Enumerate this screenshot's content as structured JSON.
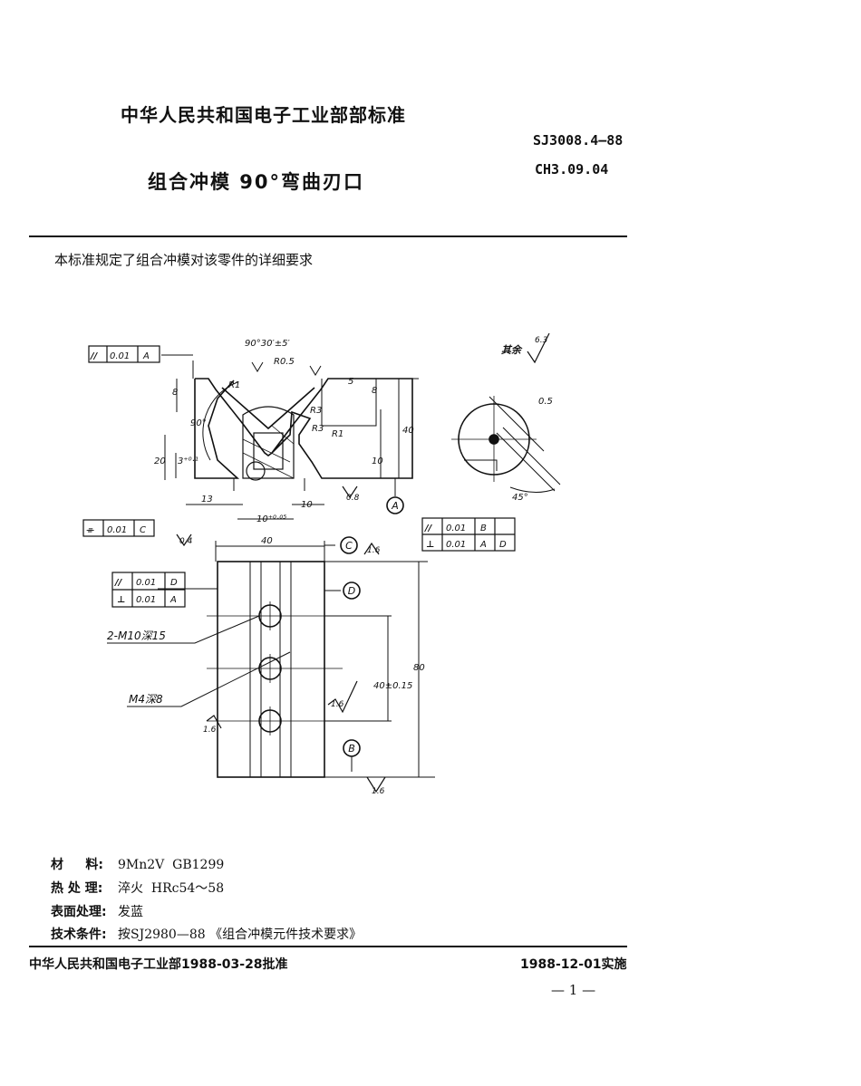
{
  "header": {
    "organization": "中华人民共和国电子工业部部标准",
    "standard_number": "SJ3008.4—88",
    "category_code": "CH3.09.04",
    "title": "组合冲模   90°弯曲刃口"
  },
  "intro": "本标准规定了组合冲模对该零件的详细要求",
  "drawing": {
    "roughness_other": "其余",
    "roughness_other_value": "6.3",
    "ra_values": [
      "0.8",
      "0.4",
      "1.6",
      "1.6",
      "1.6",
      "1.6"
    ],
    "tol_top": {
      "symbol": "//",
      "value": "0.01",
      "datum": "A"
    },
    "tol_symmetry": {
      "symbol": "⌯",
      "value": "0.01",
      "datum": "C"
    },
    "tol_right": [
      {
        "symbol": "//",
        "value": "0.01",
        "datum": "B"
      },
      {
        "symbol": "⊥",
        "value": "0.01",
        "datum": "A",
        "datum2": "D"
      }
    ],
    "tol_left": [
      {
        "symbol": "//",
        "value": "0.01",
        "datum": "D"
      },
      {
        "symbol": "⊥",
        "value": "0.01",
        "datum": "A"
      }
    ],
    "datums": [
      "A",
      "B",
      "C",
      "D"
    ],
    "dims": {
      "angle_top": "90°30′±5′",
      "angle_90": "90°",
      "angle_45": "45°",
      "r1": "R1",
      "r3a": "R3",
      "r3b": "R3",
      "r1b": "R1",
      "r05": "R0.5",
      "d8_left": "8",
      "d8_right": "8",
      "d5": "5",
      "d40_h": "40",
      "d20": "20",
      "d3": "3⁺⁰·¹",
      "d10": "10",
      "d13": "13",
      "d10b": "10",
      "d10c": "10⁺⁰·⁰⁵",
      "d40_w": "40",
      "d80": "80",
      "d40pm": "40±0.15",
      "c05": "0.5"
    },
    "callouts": {
      "thread_holes": "2-M10深15",
      "m4": "M4深8"
    }
  },
  "specs": [
    {
      "label": "材     料:",
      "value": "9Mn2V  GB1299"
    },
    {
      "label": "热 处 理:",
      "value": "淬火  HRc54～58"
    },
    {
      "label": "表面处理:",
      "value": "发蓝"
    },
    {
      "label": "技术条件:",
      "value": "按SJ2980—88 《组合冲模元件技术要求》"
    }
  ],
  "footer": {
    "approval": "中华人民共和国电子工业部1988-03-28批准",
    "effective": "1988-12-01实施",
    "page": "— 1 —"
  }
}
